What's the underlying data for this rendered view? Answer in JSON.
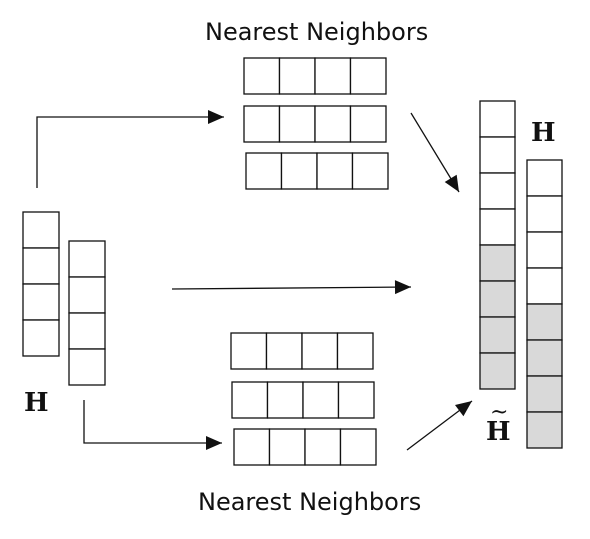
{
  "labels": {
    "top_neighbors": "Nearest Neighbors",
    "bottom_neighbors": "Nearest Neighbors",
    "left_h": "H",
    "right_h": "H",
    "h_tilde": "H",
    "tilde_mark": "~"
  },
  "colors": {
    "cell_fill": "#ffffff",
    "shaded_fill": "#d9d9d9",
    "stroke": "#111111"
  },
  "shading": {
    "right_left_column": [
      false,
      false,
      false,
      false,
      true,
      true,
      true,
      true
    ],
    "right_right_column": [
      false,
      false,
      false,
      false,
      true,
      true,
      true,
      true
    ]
  }
}
